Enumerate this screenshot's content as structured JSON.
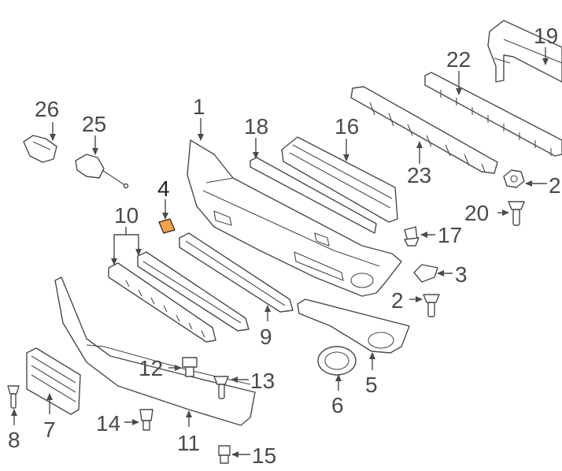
{
  "highlight_color": "#f5a04a",
  "callouts": {
    "c1": "1",
    "c2a": "2",
    "c2b": "2",
    "c3": "3",
    "c4": "4",
    "c5": "5",
    "c6": "6",
    "c7": "7",
    "c8": "8",
    "c9": "9",
    "c10": "10",
    "c11": "11",
    "c12": "12",
    "c13": "13",
    "c14": "14",
    "c15": "15",
    "c16": "16",
    "c17": "17",
    "c18": "18",
    "c19": "19",
    "c20": "20",
    "c22": "22",
    "c23": "23",
    "c25": "25",
    "c26": "26"
  }
}
